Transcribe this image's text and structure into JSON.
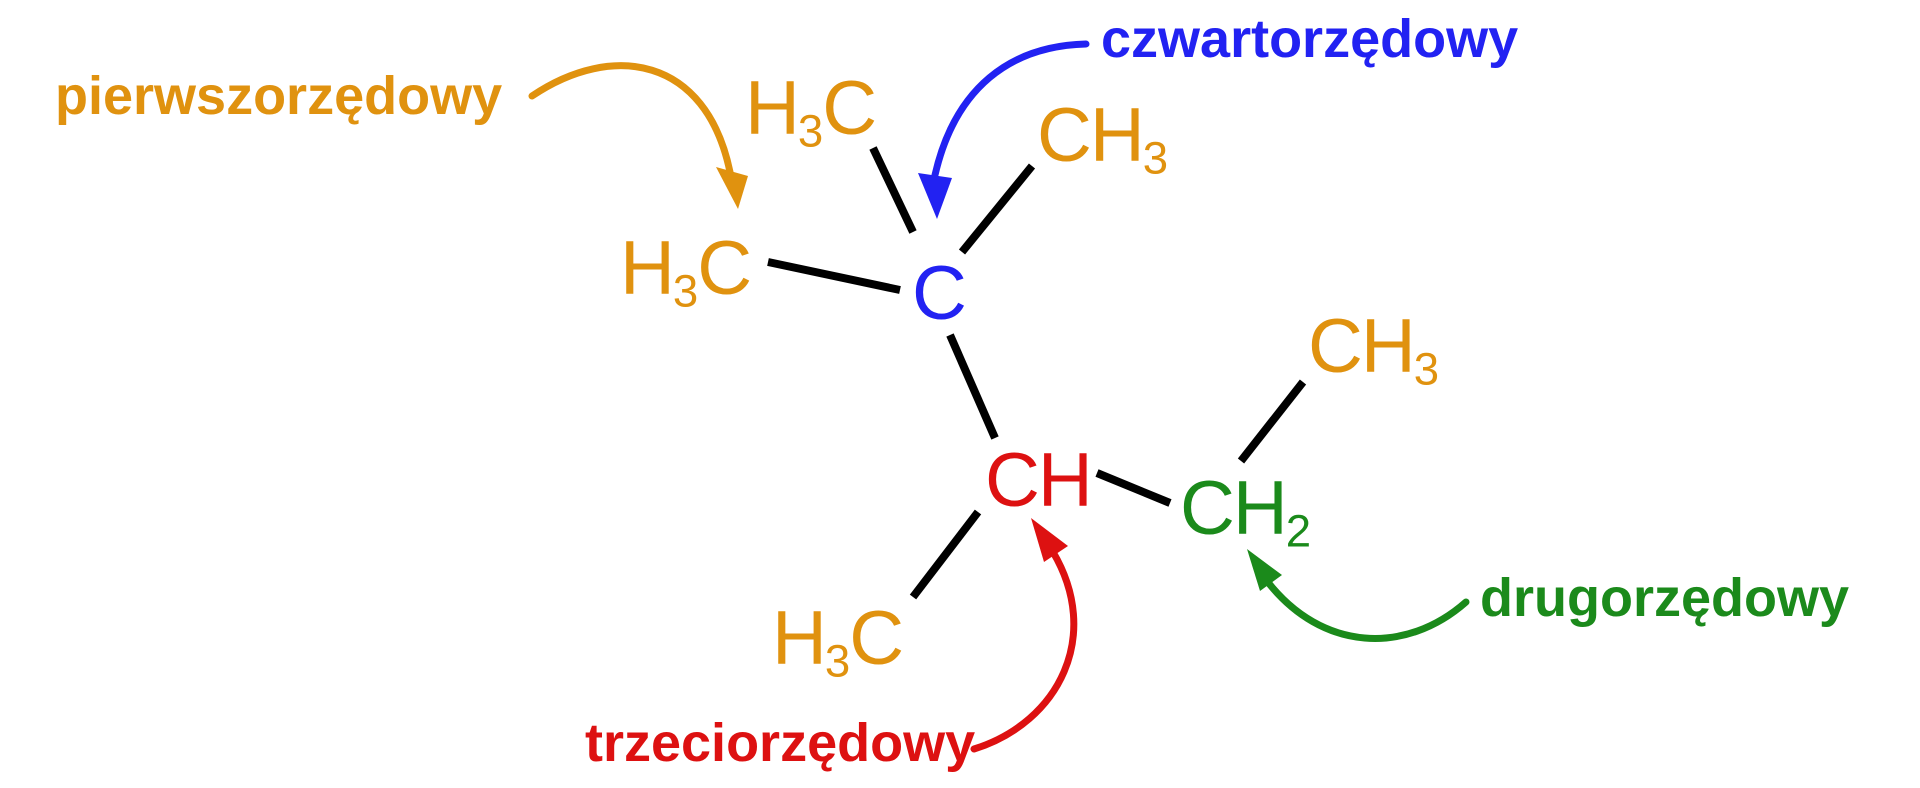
{
  "colors": {
    "orange": "#E0920F",
    "blue": "#2222F2",
    "red": "#DD1111",
    "green": "#1B8A1B",
    "bond": "#000000",
    "background": "#FFFFFF"
  },
  "labels": {
    "primary": "pierwszorzędowy",
    "quaternary": "czwartorzędowy",
    "tertiary": "trzeciorzędowy",
    "secondary": "drugorzędowy"
  },
  "molecule": {
    "h3c_top": {
      "h": "H",
      "sub": "3",
      "c": "C"
    },
    "ch3_top_right": {
      "ch": "CH",
      "sub": "3"
    },
    "h3c_left": {
      "h": "H",
      "sub": "3",
      "c": "C"
    },
    "c_quaternary": {
      "c": "C"
    },
    "ch_tertiary": {
      "ch": "CH"
    },
    "ch2_secondary": {
      "ch": "CH",
      "sub": "2"
    },
    "ch3_right": {
      "ch": "CH",
      "sub": "3"
    },
    "h3c_bottom": {
      "h": "H",
      "sub": "3",
      "c": "C"
    }
  }
}
